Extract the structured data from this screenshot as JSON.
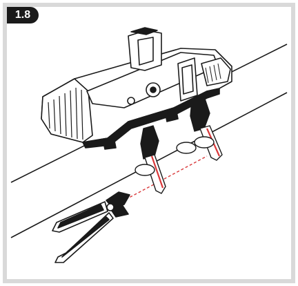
{
  "step": {
    "number": "1.8"
  },
  "colors": {
    "line": "#1a1a1a",
    "strap_accent": "#d9383a",
    "cut_line": "#d9383a",
    "frame": "#d9d9d9",
    "badge": "#1a1a1a"
  },
  "icons": [
    "cable-tie-strap",
    "side-cutter-pliers",
    "mount-bracket",
    "pipe"
  ]
}
